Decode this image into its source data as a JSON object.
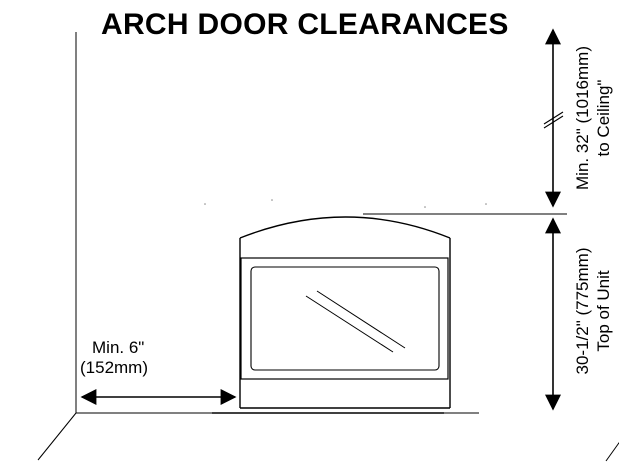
{
  "title": "ARCH DOOR CLEARANCES",
  "labels": {
    "side_min": "Min. 6\"",
    "side_mm": "(152mm)",
    "ceiling_line1": "Min. 32\" (1016mm)",
    "ceiling_line2": "to Ceiling\"",
    "unit_line1": "30-1/2\" (775mm)",
    "unit_line2": "Top of Unit"
  }
}
